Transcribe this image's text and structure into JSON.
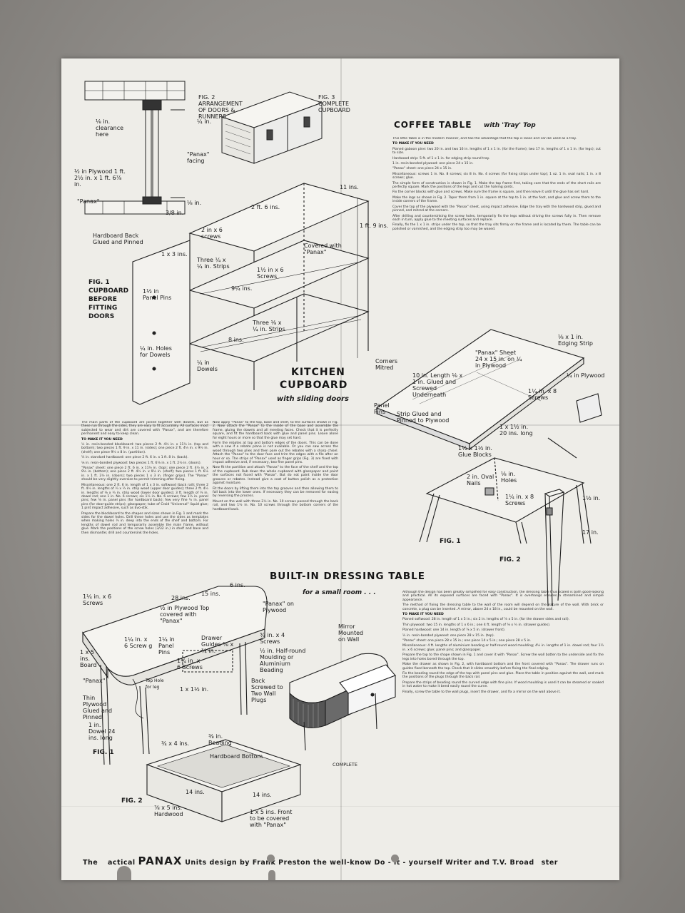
{
  "sheet": {
    "coffee_table": {
      "title": "COFFEE TABLE",
      "subtitle": "with 'Tray' Top",
      "text_blocks": [
        "This little table is in the modern manner, and has the advantage that the top is loose and can be used as a tray.",
        "TO MAKE IT YOU NEED",
        "Planed gaboon pine: two 20 in. and two 16 in. lengths of 1 x 1 in. (for the frame); two 17 in. lengths of 1 x 1 in. (for legs); cut to size.",
        "Hardwood strip: 5 ft. of 1 x 1 in. for edging strip round tray.",
        "1 in. resin-bonded plywood: one piece 24 x 15 in.",
        "\"Panax\" sheet: one piece 24 x 15 in.",
        "Miscellaneous: screws 1 in. No. 8 screws; six 8 in. No. 4 screws (for fixing strips under top); 1 oz. 1 in. oval nails; 1 in. x 8 screws; glue.",
        "The simple form of construction is shown in Fig. 1. Make the top frame first, taking care that the ends of the short rails are perfectly square. Mark the positions of the legs and cut the halving joints.",
        "Fix the corner blocks with glue and screws. Make sure the frame is square, and then leave it until the glue has set hard.",
        "Make the legs as shown in Fig. 2. Taper them from 1 in. square at the top to 1 in. at the foot, and glue and screw them to the inside corners of the frame.",
        "Cover the top of the plywood with the \"Panax\" sheet, using impact adhesive. Edge the tray with the hardwood strip, glued and pinned, and mitred at the corners.",
        "After drilling and countersinking the screw holes, temporarily fix the legs without driving the screws fully in. Then remove each in turn, apply glue to the meeting surfaces and replace.",
        "Finally, fix the 1 x 1 in. strips under the top, so that the tray sits firmly on the frame and is located by them. The table can be polished or varnished, and the edging strip too may be waxed."
      ],
      "labels": {
        "edging_strip": "⅛ x 1 in. Edging Strip",
        "ply": "¼ in Plywood",
        "corners_mitred": "Corners Mitred",
        "panax_sheet": "\"Panax\" Sheet 24 x 15 in. on ¼ in Plywood",
        "length": "10 in. Length ⅛ x 1 in. Glued and Screwed Underneath",
        "panel_pins": "Panel Pins",
        "strip_glued": "Strip Glued and Pinned to Plywood",
        "screws_1": "1¼ in. x 8 Screws",
        "rail_20": "1 x 1½ in. 20 ins. long",
        "glue_blocks": "1½ x 1½ in. Glue Blocks",
        "oval_nails": "2 in. Oval Nails",
        "holes": "⅛ in. Holes",
        "screws_2": "1¼ in. x 8 Screws",
        "leg_17": "17 in.",
        "taper": "1½ in.",
        "fig1": "FIG. 1",
        "fig2": "FIG. 2"
      }
    },
    "kitchen_cupboard": {
      "title_1": "KITCHEN",
      "title_2": "CUPBOARD",
      "subtitle": "with sliding doors",
      "labels": {
        "fig2_caption": "FIG. 2 ARRANGEMENT OF DOORS & RUNNERS",
        "fig3_caption": "FIG. 3 COMPLETE CUPBOARD",
        "clearance": "⅛ in. clearance here",
        "quarter_in": "¼ in.",
        "panax_facing": "\"Panax\" facing",
        "plywood": "½ in Plywood 1 ft. 2½ in. x 1 ft. 6⅞ in.",
        "panax": "\"Panax\"",
        "eighth_in": "⅛ in.",
        "three_eighths": "3/8 in.",
        "hardboard_back": "Hardboard Back Glued and Pinned",
        "one_by_three": "1 x 3 ins.",
        "screws_6": "2 in x 6 screws",
        "two_ft_6": "2 ft. 6 ins.",
        "eleven": "11 ins.",
        "one_ft_9": "1 ft. 9 ins.",
        "covered": "Covered with \"Panax\"",
        "three_strips": "Three ¼ x ¼ in. Strips",
        "half_screws": "1½ in x 6 Screws",
        "nine_quarter": "9¼ ins.",
        "fig1": "FIG. 1 CUPBOARD BEFORE FITTING DOORS",
        "panel_pins": "1½ in Panel Pins",
        "holes": "¼ in. Holes for Dowels",
        "eight": "8 ins.",
        "three_strips_2": "Three ⅛ x ¼ in. Strips",
        "dowels": "¼ in Dowels"
      },
      "text_blocks": [
        "The main parts of the cupboard are joined together with dowels, but as these run through the sides, they are easy to fit accurately. All surfaces most subjected to wear and dirt are covered with \"Panax\", and are therefore permanent and easy to keep clean.",
        "TO MAKE IT YOU NEED",
        "½ in. resin-bonded blockboard: two pieces 2 ft. 4½ in. x 11½ in. (top and bottom); two pieces 1 ft. 9 in. x 11 in. (sides); one piece 2 ft. 4½ in. x 9½ in. (shelf); one piece 9½ x 8 in. (partition).",
        "¼ in. standard hardboard: one piece 2 ft. 6 in. x 1 ft. 8 in. (back).",
        "⅛ in. resin-bonded plywood: two pieces 1 ft. 6⅞ in. x 1 ft. 2½ in. (doors).",
        "\"Panax\" sheet: one piece 2 ft. 6 in. x 11½ in. (top); one piece 2 ft. 4½ in. x 9½ in. (bottom); one piece 2 ft. 4½ in. x 9½ in. (shelf); two pieces 1 ft. 6⅞ in. x 1 ft. 2½ in. (doors); two pieces 1 x 3 in. (finger grips). The \"Panax\" should be very slightly oversize to permit trimming after fixing.",
        "Miscellaneous: one 2 ft. 6 in. length of 1 x 3 in. softwood (back rail); three 2 ft. 4½ in. lengths of ¼ x ¼ in. strip wood (upper door guides); three 2 ft. 4½ in. lengths of ⅛ x ¼ in. strip wood (lower door guides); 3 ft. length of ¼ in. dowel rod; one 1 in. No. 6 screws; six 1½ in. No. 6 screws; few 1½ in. panel pins; few ⅝ in. panel pins (for hardboard back); few very fine ½ in. panel pins (for door-guide strips); glasspaper; tube of Croid \"Universal\" liquid glue; 1 pint impact adhesive, such as Evo-stik.",
        "Prepare the blockboard to the shapes and sizes shown in Fig. 1 and mark the sides for the dowel holes. Drill these holes and use the sides as templates when making holes ¼ in. deep into the ends of the shelf and bottom. For lengths of dowel rod and temporarily assemble the main frame, without glue. Mark the positions of the screw holes (3/32 in.) in shelf and base and then dismantle; drill and countersink the holes.",
        "Now apply \"Panax\" to the top, base and shelf, to the surfaces shown in Fig. 2. Now attach the \"Panax\" to the inside of the base and assemble the frame, gluing the dowels and all meeting faces. Check that it is perfectly square, and fit the hardboard back with glue and panel pins. Leave alone for eight hours or more so that the glue may set hard.",
        "Form the rebates at top and bottom edges of the doors. This can be done with a saw if a rebate plane is not available. Or you can saw across the wood through two plies and then pare out the rebates with a sharp chisel. Attach the \"Panax\" to the door face and trim the edges with a file after an hour or so. The strips of \"Panax\" used as finger grips (Fig. 3) are fixed with impact adhesive and, if necessary, two fine panel pins.",
        "Now fit the partition and attach \"Panax\" to the face of the shelf and the top of the cupboard. Rub down the whole cupboard with glasspaper and paint the surfaces not faced with \"Panax\". But do not paint inside the door grooves or rebates. Instead give a coat of button polish as a protection against moisture.",
        "Fit the doors by lifting them into the top grooves and then allowing them to fall back into the lower ones. If necessary they can be removed for easing by reversing the process.",
        "Mount on the wall with three 2½ in. No. 10 screws passed through the back rail, and two 1½ in. No. 10 screws through the bottom corners of the hardboard back."
      ]
    },
    "dressing_table": {
      "title": "BUILT-IN DRESSING TABLE",
      "subtitle": "for a small room . . .",
      "labels": {
        "screws_6": "1¼ in. x 6 Screws",
        "twenty_eight": "28 ins.",
        "fifteen": "15 ins.",
        "six": "6 ins.",
        "top": "½ in Plywood Top covered with \"Panax\"",
        "panax_ply": "\"Panax\" on Plywood",
        "screw_g": "1¼ in. x 6 Screw g",
        "panel_pins": "1¼ in Panel Pins",
        "drawer_guides": "Drawer Guides ⅝ x ¾ in.",
        "screws_4": "¾ in. x 4 Screws",
        "half_round": "½ in. Half-round Moulding or Aluminium Beading",
        "mirror": "Mirror Mounted on Wall",
        "one_by_five": "1 x 5 ins. Board",
        "panax": "\"Panax\"",
        "top_hole": "Top Hole for leg",
        "screws_6b": "1¼ in. x 6 Screws",
        "one_by_onehalf": "1 x 1½ in.",
        "back_screwed": "Back Screwed to Two Wall Plugs",
        "thin_ply": "Thin Plywood Glued and Pinned",
        "dowel": "1 in. Dowel 24 ins. long",
        "fig1": "FIG. 1",
        "beading": "⅜ in. Beading",
        "three_four": "¾ x 4 ins.",
        "hardboard_bottom": "Hardboard Bottom",
        "complete": "COMPLETE",
        "fourteen_a": "14 ins.",
        "fourteen_b": "14 ins.",
        "fig2": "FIG. 2",
        "hardwood": "⅞ x 5 ins. Hardwood",
        "front": "1 x 5 ins. Front to be covered with \"Panax\""
      },
      "text_blocks": [
        "Although the design has been greatly simplified for easy construction, the dressing table thus scaled is both good-looking and practical. All its exposed surfaces are faced with \"Panax\". It is overhangs ensures a streamlined and simple appearance.",
        "The method of fixing the dressing table to the wall of the room will depend on the nature of the wall. With brick or concrete, a plug can be inserted. A mirror, above 24 x 18 in., could be mounted on the wall.",
        "TO MAKE IT YOU NEED",
        "Planed softwood: 28 in. length of 1 x 5 in.; six 2 in. lengths of ⅞ x 5 in. (for the drawer sides and rail).",
        "Thin plywood: two 15 in. lengths of 1 x 6 in.; one 4 ft. length of ⅝ x ¾ in. (drawer guides).",
        "Planed hardwood: one 14 in. length of ⅞ x 5 in. (drawer front).",
        "¼ in. resin-bonded plywood: one piece 28 x 15 in. (top).",
        "\"Panax\" sheet: one piece 28 x 15 in.; one piece 14 x 5 in.; one piece 28 x 5 in.",
        "Miscellaneous: 4 ft. lengths of aluminium beading or half-round wood moulding; 4½ in. lengths of 1 in. dowel rod; four 1¼ in. x 6 screws; glue; panel pins; and glasspaper.",
        "Prepare the top to the shape shown in Fig. 1 and cover it with \"Panax\". Screw the wall batten to the underside and fix the legs into holes bored through the top.",
        "Make the drawer as shown in Fig. 2, with hardboard bottom and the front covered with \"Panax\". The drawer runs on guides fixed beneath the top. Check that it slides smoothly before fixing the final edging.",
        "Fix the beading round the edge of the top with panel pins and glue. Place the table in position against the wall, and mark the positions of the plugs through the back rail.",
        "Prepare the strips of beading round the curved edge with fine pins. If wood moulding is used it can be steamed or soaked in hot water to make it bend easily round the curve.",
        "Finally, screw the table to the wall plugs, insert the drawer, and fix a mirror on the wall above it."
      ]
    },
    "footer": {
      "lead": "The",
      "mid": "actical",
      "brand": "PANAX",
      "rest_1": "Units design",
      "rest_2": "by Frank Preston the well-know",
      "rest_3": "Do - it - yourself Writer and T.V. Broad",
      "rest_4": "ster"
    }
  }
}
